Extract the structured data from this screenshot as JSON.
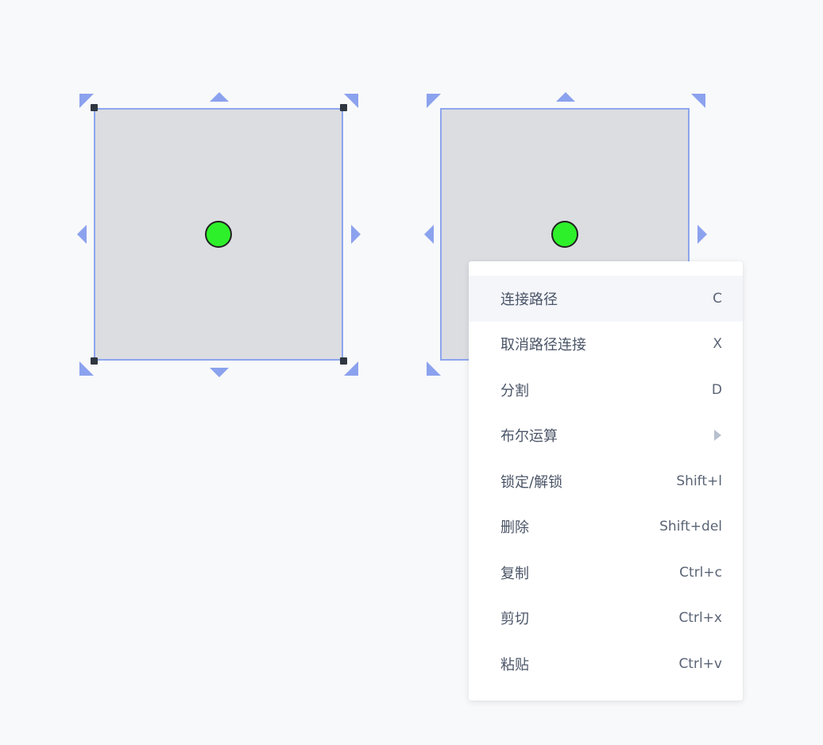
{
  "canvas": {
    "shapes": [
      {
        "id": "shape-left",
        "selected": true,
        "fill": "#dcdde1",
        "stroke": "#8da6ee",
        "center_dot_color": "#2ef02a"
      },
      {
        "id": "shape-right",
        "selected": true,
        "fill": "#dcdde1",
        "stroke": "#8da6ee",
        "center_dot_color": "#2ef02a"
      }
    ],
    "handle_color": "#8ba2ee"
  },
  "context_menu": {
    "items": [
      {
        "label": "连接路径",
        "shortcut": "C"
      },
      {
        "label": "取消路径连接",
        "shortcut": "X"
      },
      {
        "label": "分割",
        "shortcut": "D"
      },
      {
        "label": "布尔运算",
        "shortcut": "",
        "submenu_icon": "chevron-right-icon"
      },
      {
        "label": "锁定/解锁",
        "shortcut": "Shift+l"
      },
      {
        "label": "删除",
        "shortcut": "Shift+del"
      },
      {
        "label": "复制",
        "shortcut": "Ctrl+c"
      },
      {
        "label": "剪切",
        "shortcut": "Ctrl+x"
      },
      {
        "label": "粘贴",
        "shortcut": "Ctrl+v"
      }
    ]
  }
}
